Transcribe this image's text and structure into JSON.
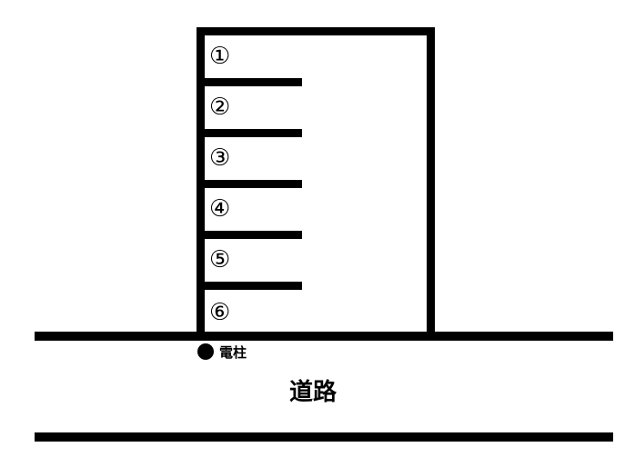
{
  "parking_spaces": [
    {
      "label": "①"
    },
    {
      "label": "②"
    },
    {
      "label": "③"
    },
    {
      "label": "④"
    },
    {
      "label": "⑤"
    },
    {
      "label": "⑥"
    }
  ],
  "utility_pole": {
    "label": "電柱",
    "icon": "filled-circle"
  },
  "road": {
    "label": "道路"
  },
  "colors": {
    "line": "#000000",
    "background": "#ffffff"
  }
}
